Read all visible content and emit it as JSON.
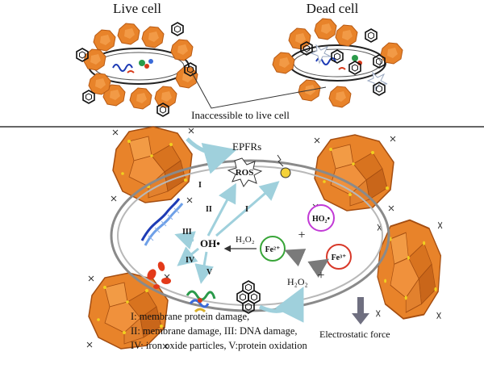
{
  "top": {
    "live_cell": "Live cell",
    "dead_cell": "Dead cell",
    "inaccessible": "Inaccessible to live cell"
  },
  "bottom": {
    "epfrs": "EPFRs",
    "ros": "ROS",
    "roman_i_left": "I",
    "roman_ii": "II",
    "roman_i_right": "I",
    "roman_iii": "III",
    "roman_iv": "IV",
    "roman_v": "V",
    "oh": "OH•",
    "h2o2_center": "H₂O₂",
    "fe2": "Fe²⁺",
    "plus_top": "+",
    "ho2": "HO₂•",
    "fe3": "Fe³⁺",
    "plus_bottom": "+",
    "h2o2_bottom": "H₂O₂",
    "electrostatic": "Electrostatic force"
  },
  "legend": {
    "line1": "I: membrane protein damage,",
    "line2": "II: membrane damage, III: DNA  damage,",
    "line3": "IV: iron oxide particles, V:protein oxidation"
  },
  "colors": {
    "particle": "#e8832a",
    "particle_dark": "#b85a14",
    "arrow_blue": "#9fd0dc",
    "fe2_ring": "#38a538",
    "ho2_ring": "#c23ad6",
    "fe3_ring": "#d8392a",
    "dna_blue": "#1d3bb5",
    "fragments_red": "#e33a1a",
    "ros_spark": "#f4d23a",
    "down_arrow": "#6f6f80"
  }
}
